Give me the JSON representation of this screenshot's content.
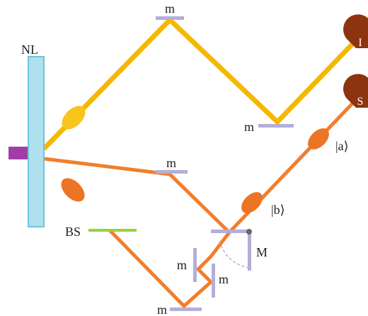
{
  "labels": {
    "nl": "NL",
    "bs": "BS",
    "mirror_top": "m",
    "mirror_idler": "m",
    "mirror_lower_top": "m",
    "mirror_bottom": "m",
    "mirror_left": "m",
    "mirror_right": "m",
    "movable_mirror": "M",
    "state_a": "|a⟩",
    "state_b": "|b⟩",
    "detector_idler": "I",
    "detector_signal": "S"
  },
  "colors": {
    "idler_beam": "#f5b800",
    "idler_photon": "#f7c51c",
    "signal_beam": "#f07f2d",
    "signal_photon": "#ec7424",
    "crystal_fill": "#aee0ee",
    "crystal_stroke": "#72c2da",
    "pump": "#a23da7",
    "mirror": "#b4aed8",
    "beam_splitter": "#9ad234",
    "detector": "#8c3310",
    "pivot": "#666666"
  }
}
